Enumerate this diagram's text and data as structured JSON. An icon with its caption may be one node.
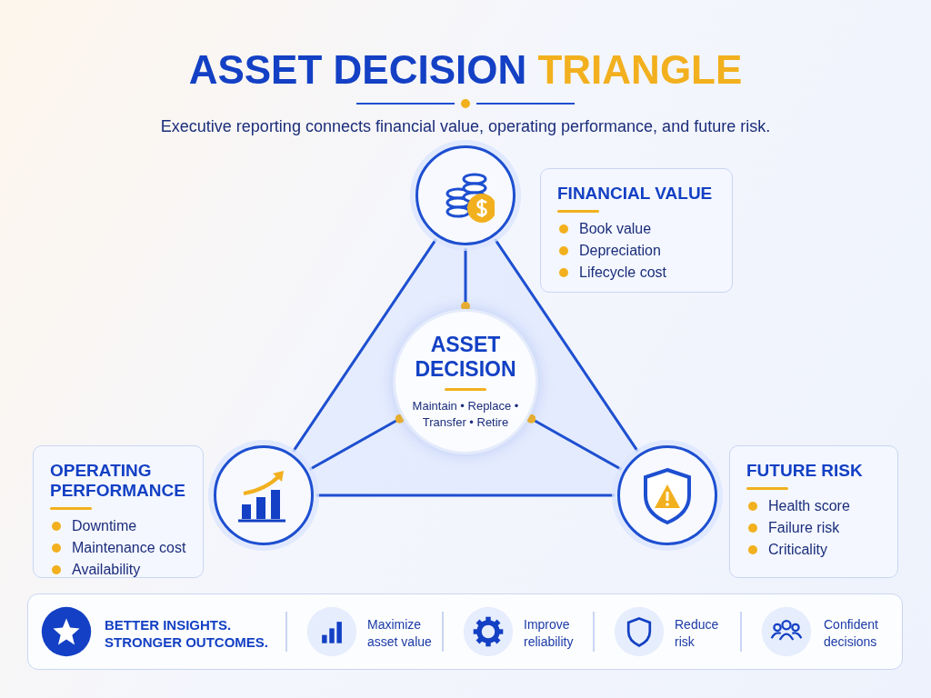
{
  "diagram": {
    "title": "ASSET DECISION TRIANGLE",
    "nodes": [
      {
        "text": [
          "ASSET DECISION",
          "Maintain • Replace • Transfer • Retire"
        ]
      },
      {
        "text": [],
        "shape": "circle"
      },
      {
        "text": [
          "FINANCIAL VALUE",
          "Book value",
          "Depreciation",
          "Lifecycle cost"
        ]
      },
      {
        "text": [],
        "shape": "circle"
      },
      {
        "text": [
          "OPERATING PERFORMANCE",
          "Downtime",
          "Maintenance cost",
          "Availability"
        ]
      },
      {
        "text": [],
        "shape": "circle"
      },
      {
        "text": [
          "FUTURE RISK",
          "Health score",
          "Failure risk",
          "Criticality"
        ]
      }
    ],
    "edges": [
      {
        "from": 1,
        "to": 0,
        "arrow": "other"
      },
      {
        "from": 3,
        "to": 0,
        "arrow": "other"
      },
      {
        "from": 5,
        "to": 0,
        "arrow": "other"
      },
      {
        "from": 1,
        "to": 3,
        "arrow": "none"
      },
      {
        "from": 3,
        "to": 5,
        "arrow": "none"
      },
      {
        "from": 5,
        "to": 1,
        "arrow": "none"
      }
    ],
    "labels": [
      "Executive reporting connects financial value, operating performance, and future risk.",
      "BETTER INSIGHTS. STRONGER OUTCOMES.",
      "Maximize asset value",
      "Improve reliability",
      "Reduce risk",
      "Confident decisions"
    ]
  }
}
